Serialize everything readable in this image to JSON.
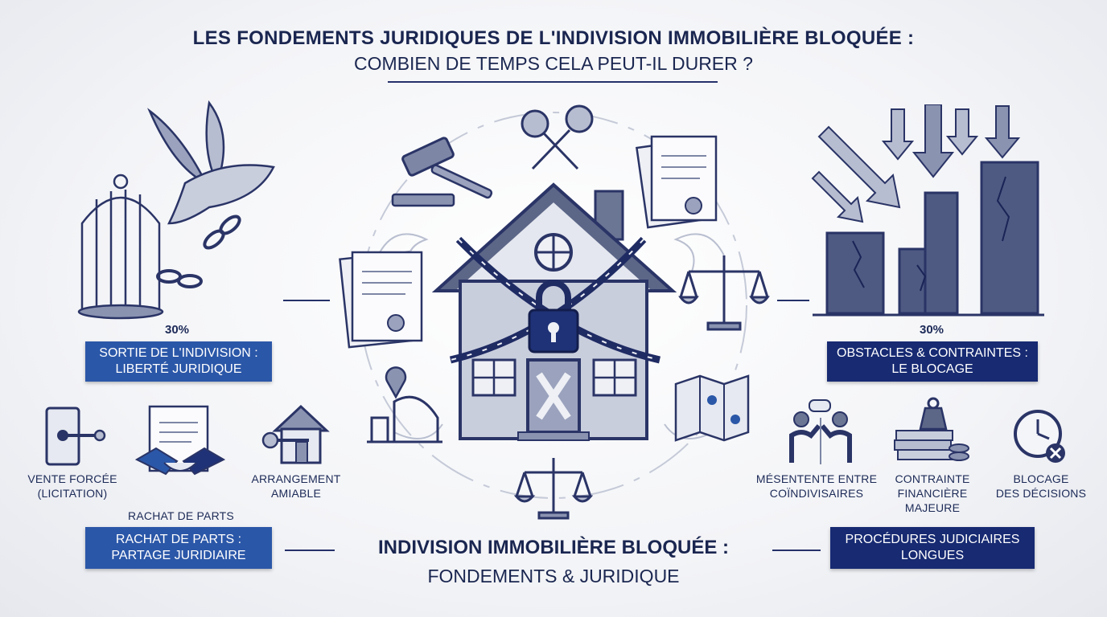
{
  "header": {
    "title": "LES FONDEMENTS JURIDIQUES DE L'INDIVISION IMMOBILIÈRE BLOQUÉE :",
    "subtitle": "COMBIEN DE TEMPS CELA PEUT-IL DURER ?"
  },
  "left": {
    "percent": "30%",
    "badge_line1": "SORTIE DE L'INDIVISION :",
    "badge_line2": "LIBERTÉ JURIDIQUE",
    "items": [
      {
        "line1": "VENTE FORCÉE",
        "line2": "(LICITATION)",
        "icon": "safe-key-icon"
      },
      {
        "line1": "RACHAT DE PARTS",
        "line2": "",
        "icon": "handshake-icon"
      },
      {
        "line1": "ARRANGEMENT",
        "line2": "AMIABLE",
        "icon": "house-key-icon"
      }
    ],
    "bottom_badge_line1": "RACHAT DE PARTS :",
    "bottom_badge_line2": "PARTAGE JURIDIAIRE"
  },
  "right": {
    "percent": "30%",
    "badge_line1": "OBSTACLES & CONTRAINTES :",
    "badge_line2": "LE BLOCAGE",
    "items": [
      {
        "line1": "MÉSENTENTE ENTRE",
        "line2": "COÏNDIVISAIRES",
        "line3": "",
        "icon": "dispute-icon"
      },
      {
        "line1": "CONTRAINTE",
        "line2": "FINANCIÈRE",
        "line3": "MAJEURE",
        "icon": "weight-money-icon"
      },
      {
        "line1": "BLOCAGE",
        "line2": "DES DÉCISIONS",
        "line3": "",
        "icon": "clock-cross-icon"
      }
    ],
    "bottom_badge_line1": "PROCÉDURES JUDICIAIRES",
    "bottom_badge_line2": "LONGUES"
  },
  "center": {
    "title": "INDIVISION IMMOBILIÈRE BLOQUÉE :",
    "subtitle": "FONDEMENTS & JURIDIQUE"
  },
  "colors": {
    "navy": "#172a72",
    "blue": "#2b57a8",
    "slate": "#6b7594",
    "light": "#c9cedd"
  }
}
